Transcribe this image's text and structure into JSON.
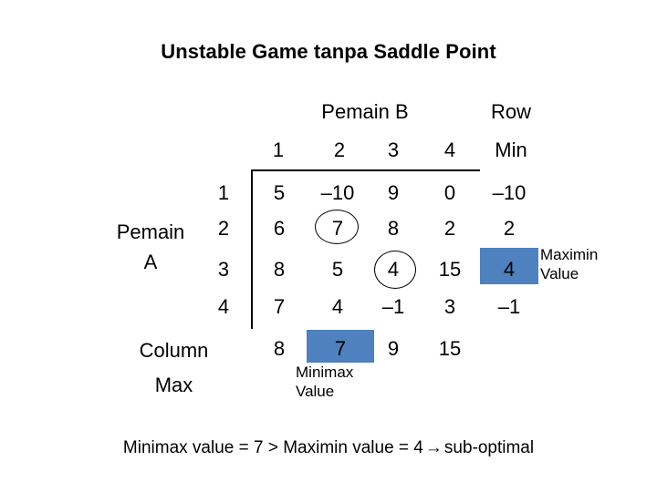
{
  "slide": {
    "title": "Unstable Game tanpa Saddle Point",
    "accent_color": "#4E81BD",
    "background_color": "#FFFFFF",
    "text_color": "#000000"
  },
  "table": {
    "column_group_header": "Pemain B",
    "row_group_header_lines": [
      "Pemain",
      "A"
    ],
    "row_min_header_lines": [
      "Row",
      "Min"
    ],
    "column_max_label_lines": [
      "Column",
      "Max"
    ],
    "column_headers": [
      "1",
      "2",
      "3",
      "4"
    ],
    "row_headers": [
      "1",
      "2",
      "3",
      "4"
    ],
    "rows": [
      {
        "label": "1",
        "cells": [
          "5",
          "–10",
          "9",
          "0"
        ],
        "row_min": "–10"
      },
      {
        "label": "2",
        "cells": [
          "6",
          "7",
          "8",
          "2"
        ],
        "row_min": "2"
      },
      {
        "label": "3",
        "cells": [
          "8",
          "5",
          "4",
          "15"
        ],
        "row_min": "4"
      },
      {
        "label": "4",
        "cells": [
          "7",
          "4",
          "–1",
          "3"
        ],
        "row_min": "–1"
      }
    ],
    "column_max": [
      "8",
      "7",
      "9",
      "15"
    ]
  },
  "annotations": {
    "maximin_lines": [
      "Maximin",
      "Value"
    ],
    "minimax_lines": [
      "Minimax",
      "Value"
    ],
    "maximin_value": "4",
    "minimax_value": "7",
    "circled_cells": [
      "7",
      "4"
    ]
  },
  "footer": {
    "text_before_arrow": "Minimax value = 7 > Maximin value = 4",
    "arrow": "→",
    "text_after_arrow": "sub-optimal"
  },
  "chart_data": {
    "type": "table",
    "title": "Unstable Game tanpa Saddle Point",
    "categories": [
      "1",
      "2",
      "3",
      "4"
    ],
    "series": [
      {
        "name": "1",
        "values": [
          5,
          -10,
          9,
          0
        ]
      },
      {
        "name": "2",
        "values": [
          6,
          7,
          8,
          2
        ]
      },
      {
        "name": "3",
        "values": [
          8,
          5,
          4,
          15
        ]
      },
      {
        "name": "4",
        "values": [
          7,
          4,
          -1,
          3
        ]
      }
    ],
    "row_min": [
      -10,
      2,
      4,
      -1
    ],
    "column_max": [
      8,
      7,
      9,
      15
    ],
    "maximin": 4,
    "minimax": 7,
    "xlabel": "Pemain B",
    "ylabel": "Pemain A"
  }
}
